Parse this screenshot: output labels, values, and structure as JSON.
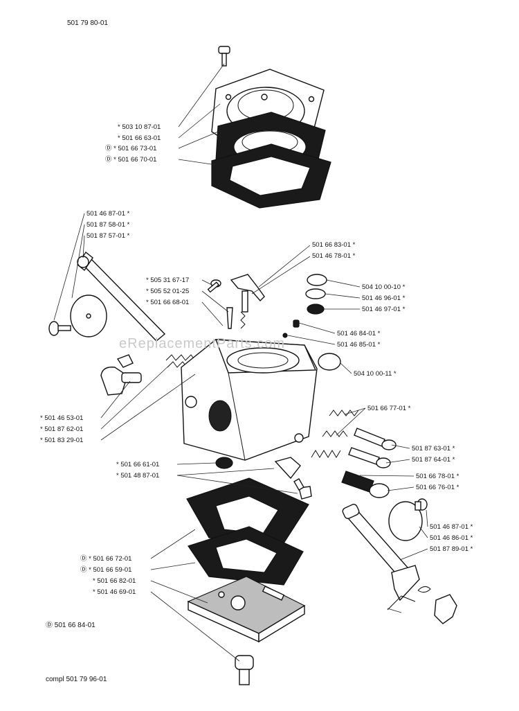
{
  "header": {
    "drawing_number": "501 79 80-01"
  },
  "watermark": "eReplacementParts.com",
  "footer": {
    "kit_note": "Ⓓ 501 66 84-01",
    "complete_assembly": "compl 501 79 96-01"
  },
  "labels": [
    {
      "id": "l1",
      "text": "* 503 10 87-01"
    },
    {
      "id": "l2",
      "text": "* 501 66 63-01"
    },
    {
      "id": "l3",
      "text": "Ⓓ * 501 66 73-01"
    },
    {
      "id": "l4",
      "text": "Ⓓ * 501 66 70-01"
    },
    {
      "id": "l5",
      "text": "501 46 87-01 *"
    },
    {
      "id": "l6",
      "text": "501 87 58-01 *"
    },
    {
      "id": "l7",
      "text": "501 87 57-01 *"
    },
    {
      "id": "l8",
      "text": "501 66 83-01 *"
    },
    {
      "id": "l9",
      "text": "501 46 78-01 *"
    },
    {
      "id": "l10",
      "text": "* 505 31 67-17"
    },
    {
      "id": "l11",
      "text": "* 505 52 01-25"
    },
    {
      "id": "l12",
      "text": "* 501 66 68-01"
    },
    {
      "id": "l13",
      "text": "504 10 00-10 *"
    },
    {
      "id": "l14",
      "text": "501 46 96-01 *"
    },
    {
      "id": "l15",
      "text": "501 46 97-01 *"
    },
    {
      "id": "l16",
      "text": "501 46 84-01 *"
    },
    {
      "id": "l17",
      "text": "501 46 85-01 *"
    },
    {
      "id": "l18",
      "text": "504 10 00-11 *"
    },
    {
      "id": "l19",
      "text": "501 66 77-01 *"
    },
    {
      "id": "l20",
      "text": "* 501 46 53-01"
    },
    {
      "id": "l21",
      "text": "* 501 87 62-01"
    },
    {
      "id": "l22",
      "text": "* 501 83 29-01"
    },
    {
      "id": "l23",
      "text": "501 87 63-01 *"
    },
    {
      "id": "l24",
      "text": "501 87 64-01 *"
    },
    {
      "id": "l25",
      "text": "* 501 66 61-01"
    },
    {
      "id": "l26",
      "text": "* 501 48 87-01"
    },
    {
      "id": "l27",
      "text": "501 66 78-01 *"
    },
    {
      "id": "l28",
      "text": "501 66 76-01 *"
    },
    {
      "id": "l29",
      "text": "501 46 87-01 *"
    },
    {
      "id": "l30",
      "text": "501 46 86-01 *"
    },
    {
      "id": "l31",
      "text": "501 87 89-01 *"
    },
    {
      "id": "l32",
      "text": "Ⓓ * 501 66 72-01"
    },
    {
      "id": "l33",
      "text": "Ⓓ * 501 66 59-01"
    },
    {
      "id": "l34",
      "text": "* 501 66 82-01"
    },
    {
      "id": "l35",
      "text": "* 501 46 69-01"
    }
  ]
}
